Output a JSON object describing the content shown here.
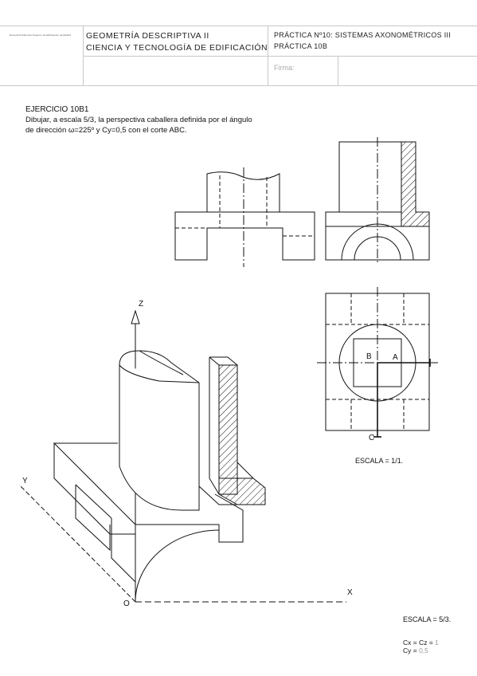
{
  "header": {
    "logo_text": "Escuela Politécnica Superior de Edificación de Madrid",
    "subject": "GEOMETRÍA DESCRIPTIVA II",
    "degree": "CIENCIA Y TECNOLOGÍA DE EDIFICACIÓN",
    "practice": "PRÁCTICA Nº10: SISTEMAS AXONOMÉTRICOS III",
    "practice_sub": "PRÁCTICA 10B",
    "signature_label": "Firma:"
  },
  "exercise": {
    "title": "EJERCICIO 10B1",
    "line1": "Dibujar, a escala 5/3, la perspectiva caballera definida por el ángulo",
    "line2": "de dirección ω=225º y Cy=0,5 con el corte ABC."
  },
  "views": {
    "label_a": "A",
    "label_b": "B",
    "label_c": "C",
    "scale_views": "ESCALA = 1/1."
  },
  "axonometric": {
    "axis_z": "Z",
    "axis_y": "Y",
    "axis_x": "X",
    "origin": "O",
    "scale": "ESCALA = 5/3.",
    "cx_cz_label": "Cx = Cz = ",
    "cx_cz_value": "1",
    "cy_label": "Cy = ",
    "cy_value": "0,5"
  },
  "colors": {
    "rule": "#c8c8c8",
    "line": "#111111",
    "muted": "#999999"
  }
}
